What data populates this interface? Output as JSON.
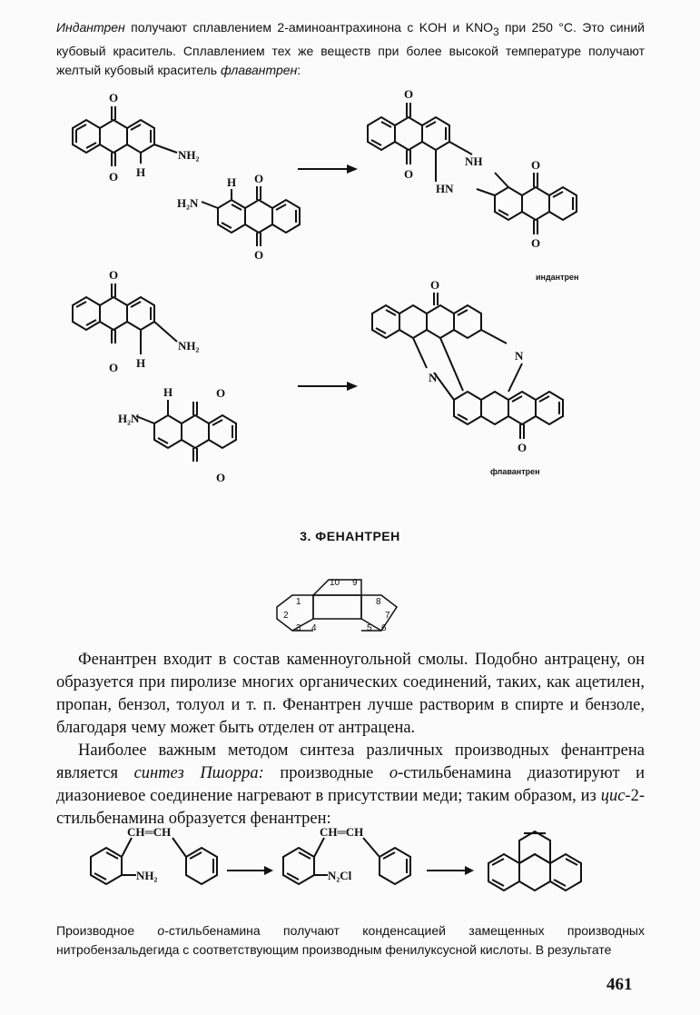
{
  "intro": {
    "indanthrene_term": "Индантрен",
    "text1": " получают сплавлением 2-аминоантрахинона с KOH и KNO",
    "sub3": "3",
    "text2": " при 250 °C. Это синий кубовый краситель. Сплавлением тех же веществ при более высокой температуре получают желтый кубовый краситель ",
    "flavanthrene_term": "флавантрен",
    "text3": ":"
  },
  "reaction1": {
    "atom_O": "O",
    "atom_H": "H",
    "group_NH2": "NH₂",
    "group_H2N": "H₂N",
    "group_NH": "NH",
    "group_HN": "HN",
    "product_label": "индантрен"
  },
  "reaction2": {
    "atom_O": "O",
    "atom_H": "H",
    "atom_N": "N",
    "group_NH2": "NH₂",
    "group_H2N": "H₂N",
    "product_label": "флавантрен"
  },
  "section": {
    "heading": "3.  ФЕНАНТРЕН"
  },
  "phenanthrene_numbering": [
    "10",
    "9",
    "1",
    "8",
    "2",
    "7",
    "3",
    "4",
    "5",
    "6"
  ],
  "paragraph1": "Фенантрен входит в состав каменноугольной смолы. Подобно антрацену, он образуется при пиролизе многих органических соединений, таких, как ацетилен, пропан, бензол, толуол и т. п. Фенантрен лучше растворим в спирте и бензоле, благодаря чему может быть отделен от антрацена.",
  "paragraph2": {
    "part1": "Наиболее важным методом синтеза различных производных фенантрена является ",
    "pschorr": "синтез Пшорра:",
    "part2": " производные ",
    "ortho": "о",
    "part3": "-стильбенамина диазотируют и диазониевое соединение нагревают в присутствии меди; таким образом, из ",
    "cis": "цис",
    "part4": "-2-стильбенамина образуется фенантрен:"
  },
  "reaction3": {
    "group_CH_CH_1": "CH═CH",
    "group_NH2": "NH₂",
    "group_CH_CH_2": "CH═CH",
    "group_N2Cl": "N₂Cl"
  },
  "bottom_para": {
    "part1": "Производное ",
    "ortho": "о",
    "part2": "-стильбенамина получают конденсацией замещенных производных нитробензальдегида с соответствующим производным фенилуксусной кислоты. В результате"
  },
  "page_number": "461"
}
